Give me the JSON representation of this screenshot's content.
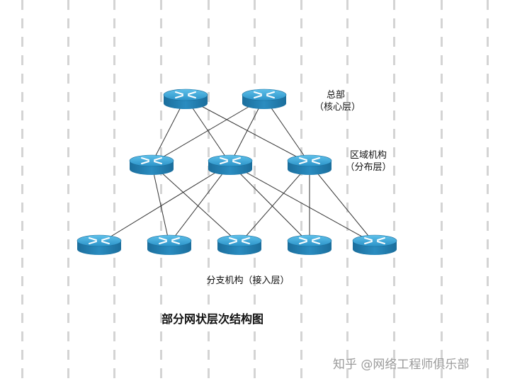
{
  "diagram": {
    "layers": [
      {
        "id": "core",
        "name": "总部",
        "subtitle": "（核心层）"
      },
      {
        "id": "dist",
        "name": "区域机构",
        "subtitle": "（分布层）"
      },
      {
        "id": "access",
        "name": "分支机构（接入层）"
      }
    ],
    "routers": [
      {
        "id": "c1",
        "layer": "core"
      },
      {
        "id": "c2",
        "layer": "core"
      },
      {
        "id": "d1",
        "layer": "dist"
      },
      {
        "id": "d2",
        "layer": "dist"
      },
      {
        "id": "d3",
        "layer": "dist"
      },
      {
        "id": "a1",
        "layer": "access"
      },
      {
        "id": "a2",
        "layer": "access"
      },
      {
        "id": "a3",
        "layer": "access"
      },
      {
        "id": "a4",
        "layer": "access"
      },
      {
        "id": "a5",
        "layer": "access"
      }
    ],
    "links": [
      [
        "c1",
        "d1"
      ],
      [
        "c1",
        "d2"
      ],
      [
        "c1",
        "d3"
      ],
      [
        "c2",
        "d1"
      ],
      [
        "c2",
        "d2"
      ],
      [
        "c2",
        "d3"
      ],
      [
        "d1",
        "a2"
      ],
      [
        "d1",
        "a3"
      ],
      [
        "d2",
        "a1"
      ],
      [
        "d2",
        "a2"
      ],
      [
        "d2",
        "a4"
      ],
      [
        "d2",
        "a5"
      ],
      [
        "d3",
        "a3"
      ],
      [
        "d3",
        "a4"
      ],
      [
        "d3",
        "a5"
      ]
    ],
    "caption": "部分网状层次结构图"
  },
  "watermark": "知乎 @网络工程师俱乐部",
  "colors": {
    "router_top": "#3da6d6",
    "router_side": "#1f7fb0",
    "link": "#333333",
    "dash": "#d4d4d4"
  }
}
